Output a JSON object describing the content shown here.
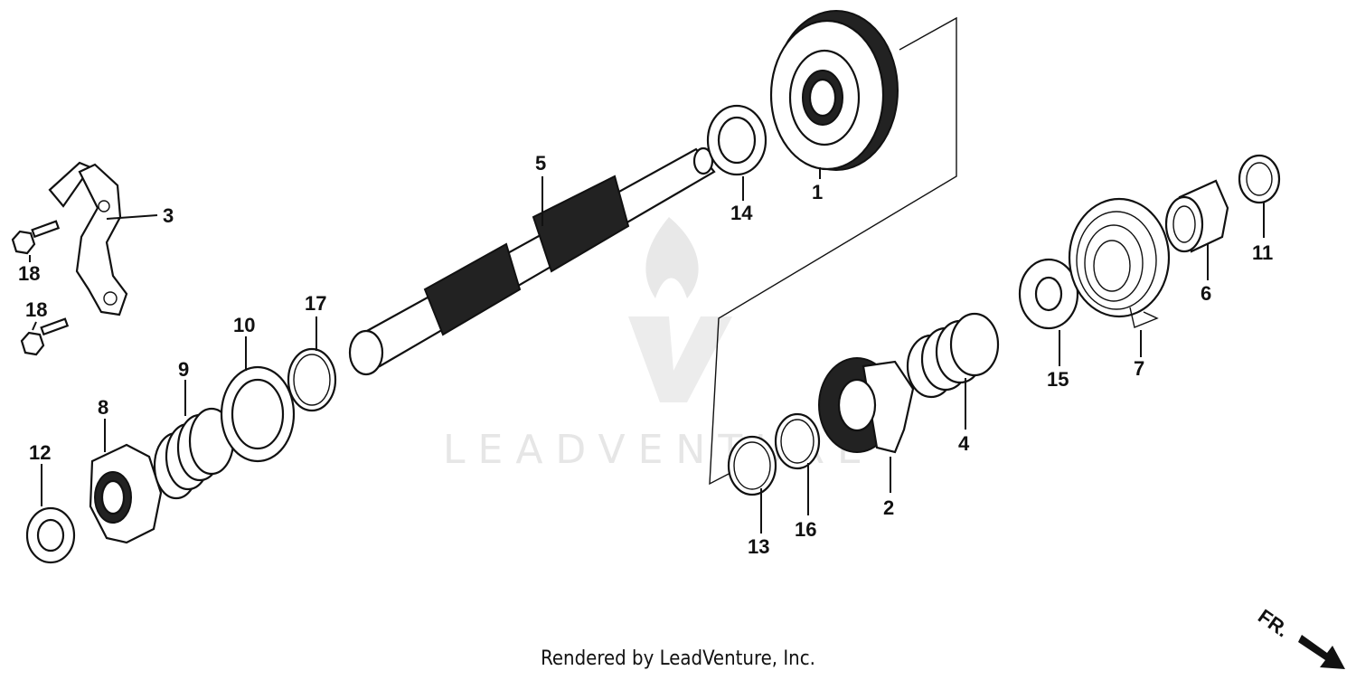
{
  "diagram": {
    "callouts": [
      "1",
      "2",
      "3",
      "4",
      "5",
      "6",
      "7",
      "8",
      "9",
      "10",
      "11",
      "12",
      "13",
      "14",
      "15",
      "16",
      "17",
      "18",
      "18"
    ],
    "direction_label": "FR.",
    "watermark": "LEADVENTURE"
  },
  "footer": {
    "credit": "Rendered by LeadVenture, Inc."
  },
  "colors": {
    "ink": "#111111",
    "watermark": "#e6e6e6",
    "background": "#ffffff"
  }
}
